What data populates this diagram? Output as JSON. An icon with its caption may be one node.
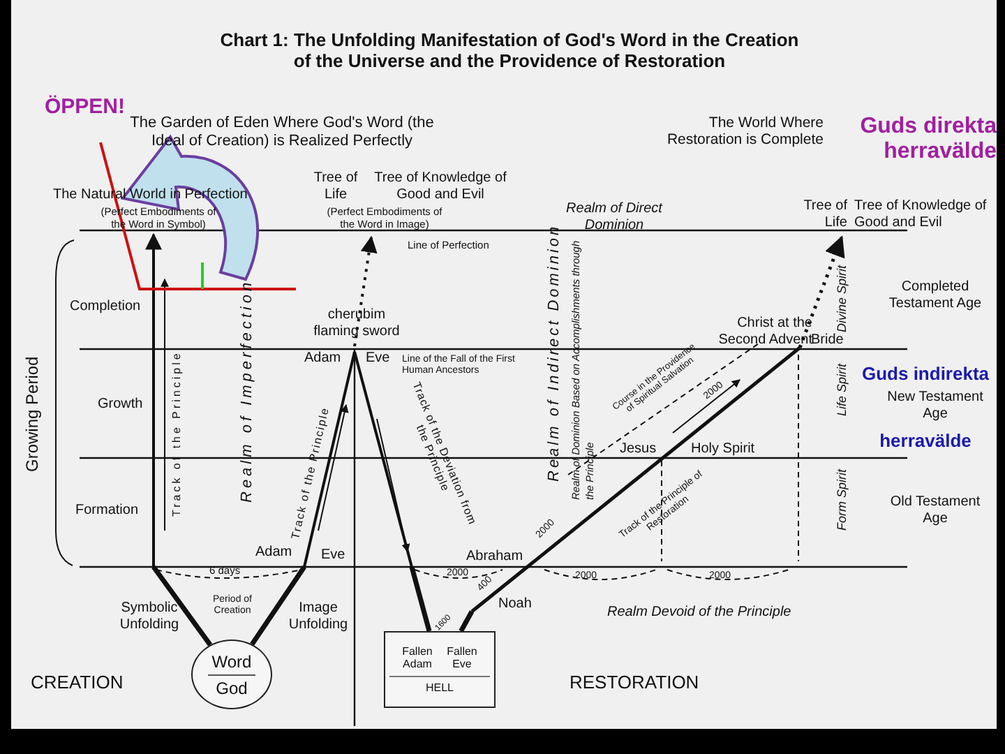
{
  "diagram": {
    "title": "Chart 1: The Unfolding Manifestation of God's Word in the Creation of the Universe and the Providence of Restoration",
    "nodes": [
      {
        "text": [
          "Word",
          "God"
        ]
      },
      {
        "text": [
          "Fallen Adam",
          "Fallen Eve",
          "HELL"
        ]
      }
    ],
    "edges": [
      {
        "from": 0,
        "to": null,
        "arrow": "none"
      },
      {
        "from": 0,
        "to": null,
        "arrow": "none"
      },
      {
        "from": null,
        "to": 1,
        "arrow": "none"
      },
      {
        "from": 1,
        "to": null,
        "arrow": "none"
      }
    ],
    "labels": [
      "ÖPPEN!",
      "The Garden of Eden Where God's Word (the Ideal of Creation) is Realized Perfectly",
      "The World Where Restoration is Complete",
      "Guds direkta herravälde",
      "Tree of Life",
      "Tree of Knowledge of Good and Evil",
      "The Natural World in Perfection",
      "(Perfect Embodiments of the Word in Symbol)",
      "(Perfect Embodiments of the Word in Image)",
      "Realm of Direct Dominion",
      "Tree of Life",
      "Tree of Knowledge of Good and Evil",
      "Line of Perfection",
      "Completion",
      "Track of the Principle",
      "Realm of Imperfection",
      "cherubim flaming sword",
      "Realm of Indirect Dominion",
      "Realm of Dominion Based on Accomplishments through the Principle",
      "Divine Spirit",
      "Completed Testament Age",
      "Christ at the Second Advent",
      "Bride",
      "Growing Period",
      "Growth",
      "Adam",
      "Eve",
      "Line of the Fall of the First Human Ancestors",
      "Track of the Principle",
      "Track of the Deviation from the Principle",
      "Course in the Providence of Spiritual Salvation",
      "2000",
      "Guds indirekta herravälde",
      "Life Spirit",
      "New Testament Age",
      "Jesus",
      "Holy Spirit",
      "Track of the Principle of Restoration",
      "Formation",
      "2000",
      "Form Spirit",
      "Old Testament Age",
      "Adam",
      "Eve",
      "Abraham",
      "6 days",
      "2000",
      "400",
      "2000",
      "2000",
      "Noah",
      "Period of Creation",
      "Symbolic Unfolding",
      "Image Unfolding",
      "1600",
      "Realm Devoid of the Principle",
      "CREATION",
      "RESTORATION"
    ]
  }
}
